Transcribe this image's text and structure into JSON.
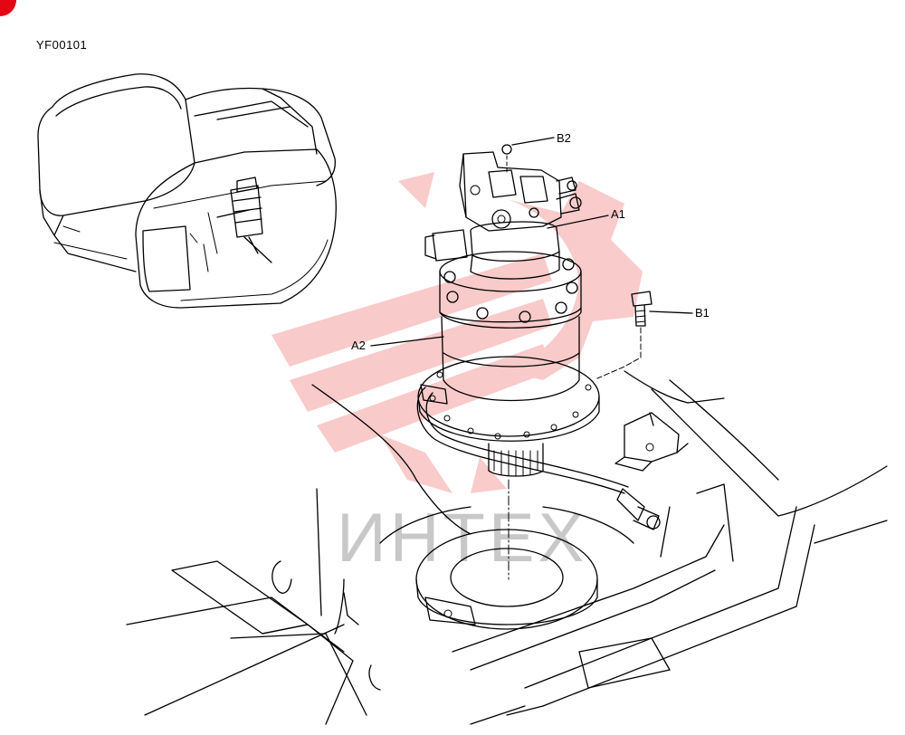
{
  "figure_code": "YF00101",
  "labels": {
    "b2": "B2",
    "a1": "A1",
    "b1": "B1",
    "a2": "A2"
  },
  "watermark": {
    "text": "ИНТЕХ",
    "color": "#f4a0a0"
  },
  "colors": {
    "corner_badge": "#e30613",
    "line": "#000000"
  }
}
